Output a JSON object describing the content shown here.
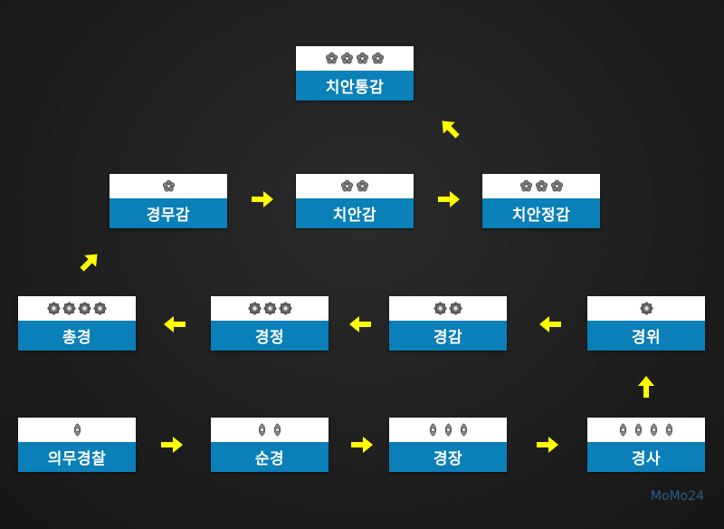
{
  "nodes": [
    {
      "id": "chiantonggam",
      "label": "치안통감",
      "insignia_count": 4,
      "insignia_type": "flower"
    },
    {
      "id": "gyeongmugam",
      "label": "경무감",
      "insignia_count": 1,
      "insignia_type": "flower"
    },
    {
      "id": "chiangam",
      "label": "치안감",
      "insignia_count": 2,
      "insignia_type": "flower"
    },
    {
      "id": "chianjeonggam",
      "label": "치안정감",
      "insignia_count": 3,
      "insignia_type": "flower"
    },
    {
      "id": "chonggyeong",
      "label": "총경",
      "insignia_count": 4,
      "insignia_type": "wreath"
    },
    {
      "id": "gyeongjeong",
      "label": "경정",
      "insignia_count": 3,
      "insignia_type": "wreath"
    },
    {
      "id": "gyeonggam",
      "label": "경감",
      "insignia_count": 2,
      "insignia_type": "wreath"
    },
    {
      "id": "gyeongwi",
      "label": "경위",
      "insignia_count": 1,
      "insignia_type": "wreath"
    },
    {
      "id": "uimu",
      "label": "의무경찰",
      "insignia_count": 1,
      "insignia_type": "leaf"
    },
    {
      "id": "sungyeong",
      "label": "순경",
      "insignia_count": 2,
      "insignia_type": "leaf"
    },
    {
      "id": "gyeongjang",
      "label": "경장",
      "insignia_count": 3,
      "insignia_type": "leaf"
    },
    {
      "id": "gyeongsa",
      "label": "경사",
      "insignia_count": 4,
      "insignia_type": "leaf"
    }
  ],
  "edges": [
    {
      "from": "uimu",
      "to": "sungyeong"
    },
    {
      "from": "sungyeong",
      "to": "gyeongjang"
    },
    {
      "from": "gyeongjang",
      "to": "gyeongsa"
    },
    {
      "from": "gyeongsa",
      "to": "gyeongwi"
    },
    {
      "from": "gyeongwi",
      "to": "gyeonggam"
    },
    {
      "from": "gyeonggam",
      "to": "gyeongjeong"
    },
    {
      "from": "gyeongjeong",
      "to": "chonggyeong"
    },
    {
      "from": "chonggyeong",
      "to": "gyeongmugam"
    },
    {
      "from": "gyeongmugam",
      "to": "chiangam"
    },
    {
      "from": "chiangam",
      "to": "chianjeonggam"
    },
    {
      "from": "chianjeonggam",
      "to": "chiantonggam"
    }
  ],
  "watermark": "MoMo24",
  "colors": {
    "background": "#1e1e1e",
    "label_bg": "#0a7fb8",
    "label_text": "#ffffff",
    "insignia_bg": "#ffffff",
    "arrow": "#ffff00",
    "watermark": "#245f8a"
  }
}
